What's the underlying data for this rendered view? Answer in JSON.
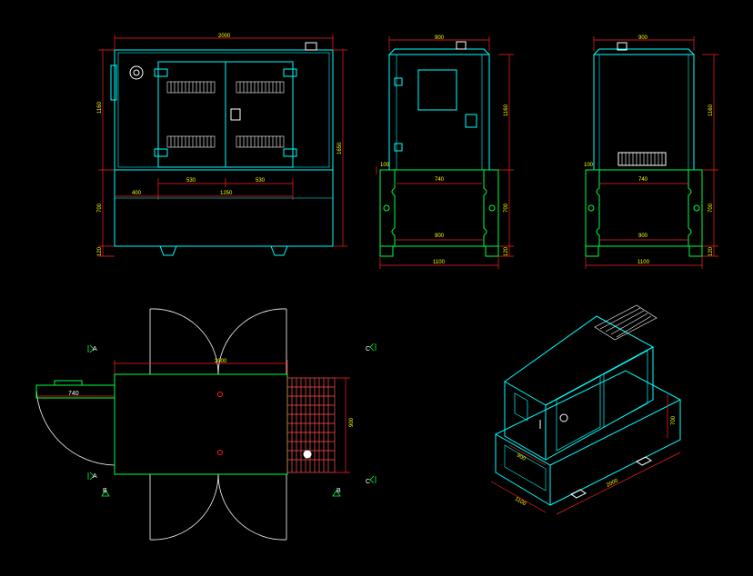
{
  "colors": {
    "background": "#000000",
    "outline": "#00ffff",
    "dimension": "#ff2020",
    "dimension_text": "#ffff00",
    "base": "#00ff40",
    "door": "#ffffff",
    "vent": "#ff6060"
  },
  "front_view": {
    "overall_width": "2000",
    "upper_height": "1160",
    "total_height": "1650",
    "base_height": "700",
    "foot_height": "120",
    "door_half_left": "530",
    "door_half_right": "530",
    "offset_left": "400",
    "door_span": "1250"
  },
  "side_view_left": {
    "top_width": "900",
    "upper_height": "1160",
    "inner_width": "740",
    "base_inner": "900",
    "base_width": "1100",
    "base_height": "700",
    "foot_height": "120",
    "base_offset": "100"
  },
  "side_view_right": {
    "top_width": "900",
    "upper_height": "1160",
    "inner_width": "740",
    "base_inner": "900",
    "base_width": "1100",
    "base_height": "700",
    "foot_height": "120",
    "base_offset": "100"
  },
  "plan_view": {
    "length": "2000",
    "width": "900",
    "door_width": "740",
    "section_a": "A",
    "section_b": "B",
    "section_c": "C"
  },
  "iso_view": {
    "length": "2000",
    "width": "1100",
    "base_height": "700",
    "inner_width": "900"
  }
}
